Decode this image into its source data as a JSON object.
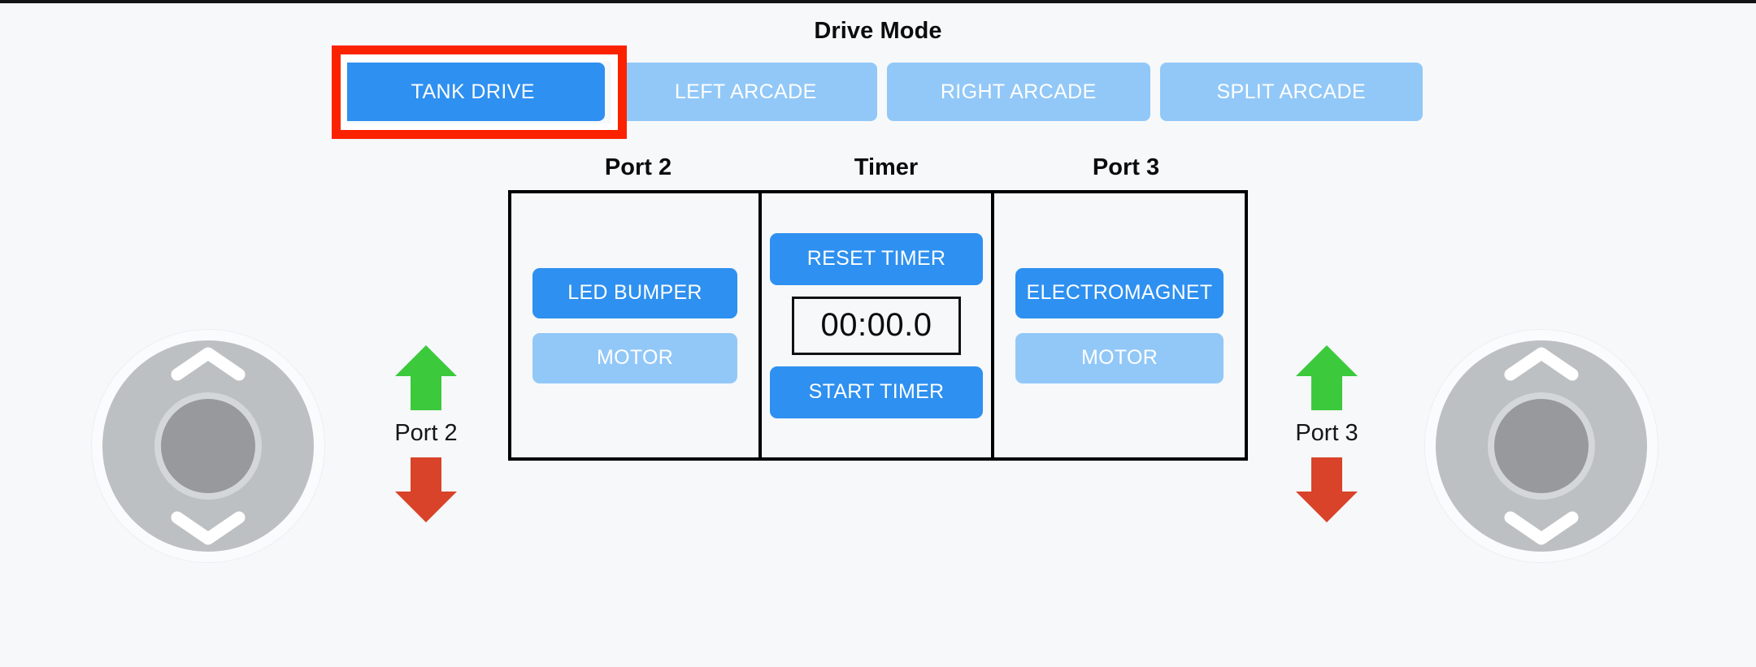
{
  "drive_mode": {
    "title": "Drive Mode",
    "selected": "TANK DRIVE",
    "modes": [
      {
        "label": "TANK DRIVE",
        "active": true
      },
      {
        "label": "LEFT ARCADE",
        "active": false
      },
      {
        "label": "RIGHT ARCADE",
        "active": false
      },
      {
        "label": "SPLIT ARCADE",
        "active": false
      }
    ]
  },
  "columns": {
    "port2_header": "Port 2",
    "timer_header": "Timer",
    "port3_header": "Port 3"
  },
  "port2_panel": {
    "primary_button": "LED BUMPER",
    "secondary_button": "MOTOR"
  },
  "timer_panel": {
    "reset_button": "RESET TIMER",
    "display_value": "00:00.0",
    "start_button": "START TIMER"
  },
  "port3_panel": {
    "primary_button": "ELECTROMAGNET",
    "secondary_button": "MOTOR"
  },
  "port_controls": {
    "left": {
      "up_icon": "arrow-up-icon",
      "label": "Port 2",
      "down_icon": "arrow-down-icon"
    },
    "right": {
      "up_icon": "arrow-up-icon",
      "label": "Port 3",
      "down_icon": "arrow-down-icon"
    }
  },
  "joysticks": {
    "left": {
      "up_icon": "chevron-up-icon",
      "down_icon": "chevron-down-icon"
    },
    "right": {
      "up_icon": "chevron-up-icon",
      "down_icon": "chevron-down-icon"
    }
  },
  "colors": {
    "accent_blue": "#2e90f0",
    "pale_blue": "#92c8f7",
    "selection_red": "#fb2200",
    "arrow_up_green": "#3cc93c",
    "arrow_down_red": "#d8432a",
    "background": "#f6f8fa",
    "panel_border": "#000000",
    "joystick_base": "#bdc0c3",
    "joystick_knob": "#97999c"
  }
}
